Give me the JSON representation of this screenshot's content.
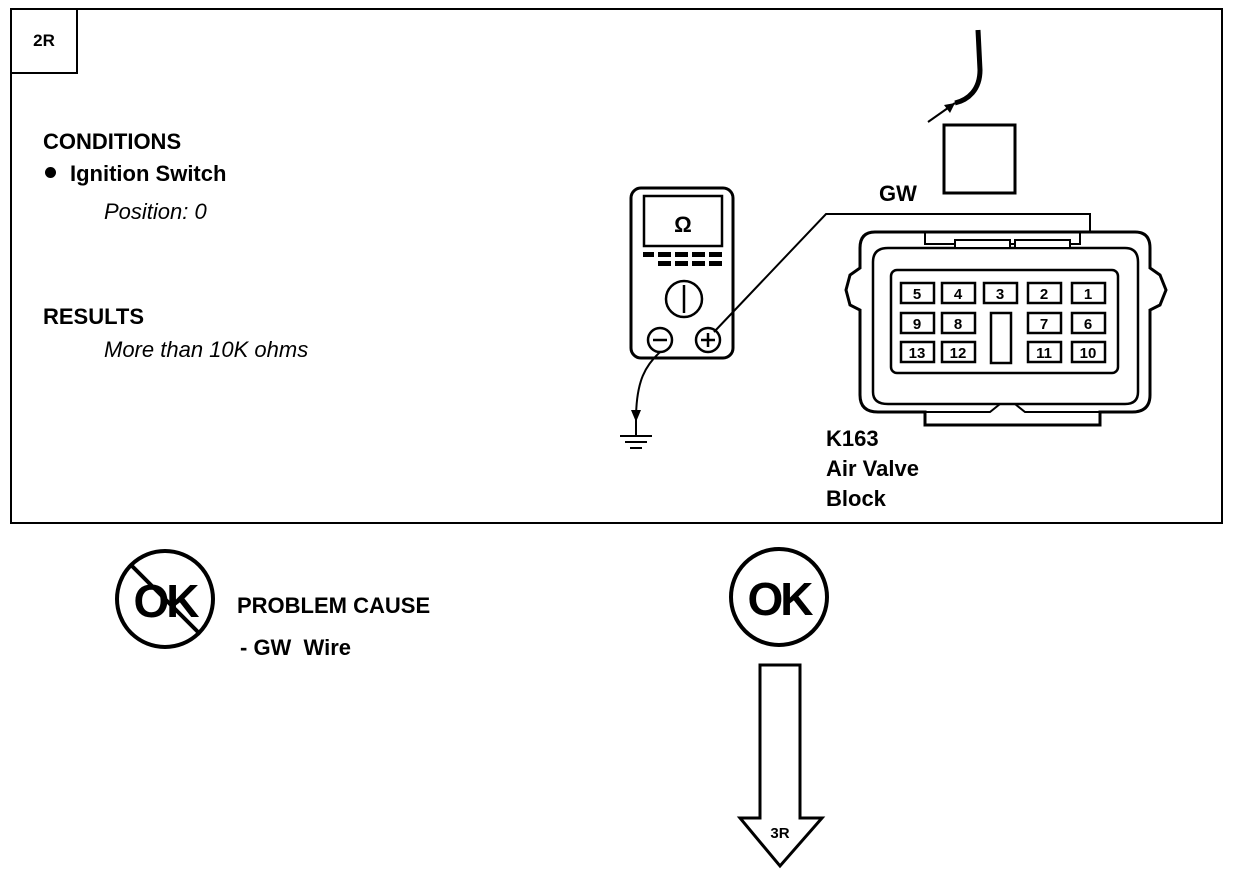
{
  "step": {
    "id": "2R",
    "next": "3R"
  },
  "conditions": {
    "heading": "CONDITIONS",
    "items": [
      {
        "label": "Ignition Switch",
        "detail": "Position: 0"
      }
    ]
  },
  "results": {
    "heading": "RESULTS",
    "value": "More than 10K ohms"
  },
  "meter": {
    "symbol": "Ω",
    "neg": "−",
    "pos": "+"
  },
  "wire": {
    "label": "GW"
  },
  "connector": {
    "id": "K163",
    "name_line1": "Air Valve",
    "name_line2": "Block",
    "pins_row1": [
      "5",
      "4",
      "3",
      "2",
      "1"
    ],
    "pins_row2": [
      "9",
      "8",
      "7",
      "6"
    ],
    "pins_row3": [
      "13",
      "12",
      "11",
      "10"
    ]
  },
  "not_ok": {
    "badge": "OK",
    "title": "PROBLEM CAUSE",
    "detail": "- GW  Wire"
  },
  "ok": {
    "badge": "OK"
  }
}
